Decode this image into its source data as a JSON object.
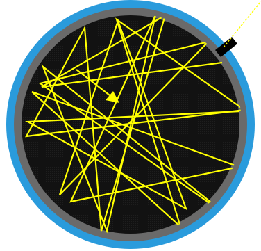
{
  "diagram": {
    "colors": {
      "outer_ring": "#2a9bdc",
      "inner_ring": "#6a6a6a",
      "core": "#111111",
      "light": "#ffff00",
      "background": "#ffffff"
    },
    "elements": [
      "fiber-cladding-ring",
      "fiber-buffer-ring",
      "fiber-core",
      "light-ray-path",
      "direction-arrow-icon",
      "input-fiber-stub",
      "incident-light-ray"
    ]
  }
}
